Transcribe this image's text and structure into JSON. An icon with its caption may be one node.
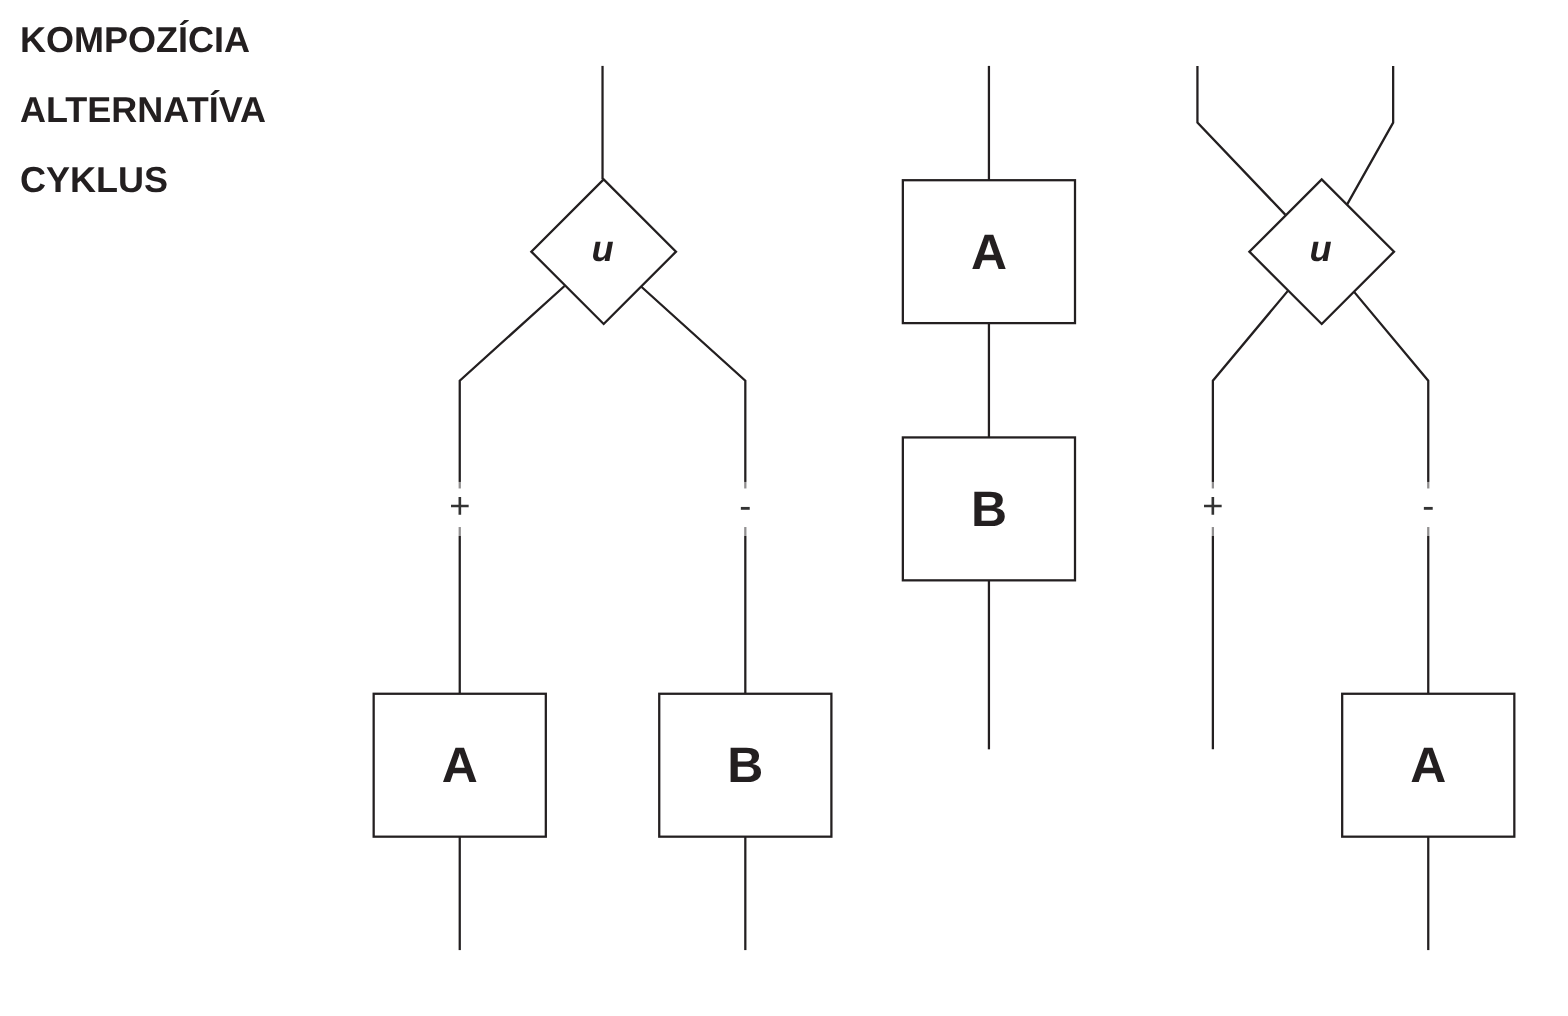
{
  "diagram": {
    "nodes": [
      {
        "text": [
          "A"
        ]
      },
      {
        "text": [
          "B"
        ]
      },
      {
        "text": [
          "u"
        ]
      },
      {
        "text": [
          "A"
        ]
      },
      {
        "text": [
          "B"
        ]
      },
      {
        "text": [
          "u"
        ]
      },
      {
        "text": [
          "A"
        ]
      }
    ],
    "edges": [
      {
        "from": null,
        "to": 0,
        "arrow": "none"
      },
      {
        "from": 0,
        "to": 1,
        "arrow": "none"
      },
      {
        "from": 1,
        "to": null,
        "arrow": "none"
      },
      {
        "from": null,
        "to": 2,
        "arrow": "none"
      },
      {
        "from": 2,
        "to": 3,
        "arrow": "none",
        "label": "+"
      },
      {
        "from": 2,
        "to": 4,
        "arrow": "none",
        "label": "-"
      },
      {
        "from": 3,
        "to": null,
        "arrow": "none"
      },
      {
        "from": 4,
        "to": null,
        "arrow": "none"
      },
      {
        "from": null,
        "to": 5,
        "arrow": "none"
      },
      {
        "from": 5,
        "to": null,
        "arrow": "none",
        "label": "+"
      },
      {
        "from": 5,
        "to": 6,
        "arrow": "none",
        "label": "-"
      },
      {
        "from": 6,
        "to": null,
        "arrow": "none"
      },
      {
        "from": null,
        "to": 5,
        "arrow": "none"
      }
    ],
    "labels": [
      "KOMPOZÍCIA",
      "ALTERNATÍVA",
      "CYKLUS"
    ]
  }
}
